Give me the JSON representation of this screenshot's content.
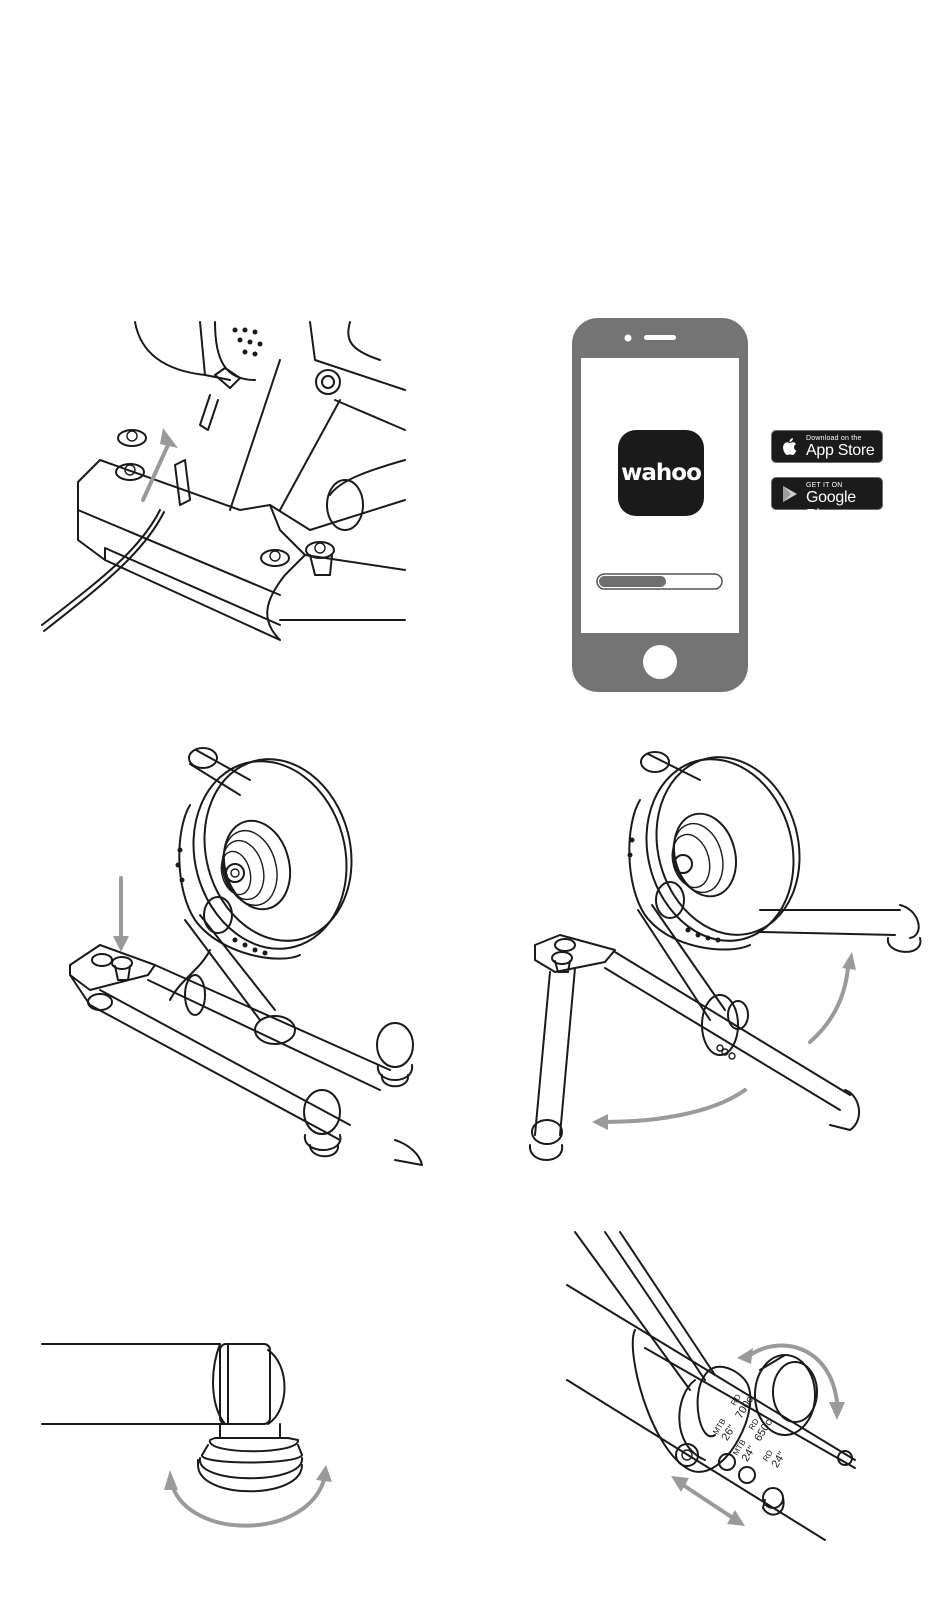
{
  "app_logo": {
    "text": "wahoo"
  },
  "app_store_badge": {
    "small_text": "Download on the",
    "big_text": "App Store",
    "icon": "apple-icon"
  },
  "google_play_badge": {
    "small_text": "GET IT ON",
    "big_text": "Google Play",
    "icon": "play-triangle-icon"
  },
  "loading_progress": 0.55,
  "wheel_size_labels": {
    "mtb_26": "MTB",
    "size_26": "26\"",
    "rd_700c": "RD",
    "size_700c": "700c",
    "mtb_24": "MTB",
    "size_24": "24\"",
    "rd_650c": "RD",
    "size_650c": "650c",
    "rd_24": "RD",
    "size_rd24": "24\""
  },
  "colors": {
    "phone_gray": "#747474",
    "arrow_gray": "#9a9a9a",
    "badge_black": "#1b1b1b"
  }
}
